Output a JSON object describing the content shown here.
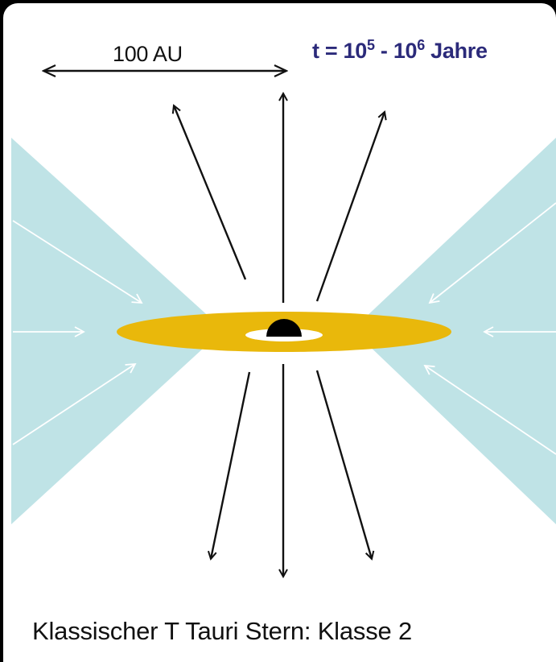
{
  "diagram": {
    "scale_bar_label": "100 AU",
    "time_label": {
      "prefix": "t = 10",
      "exp1": "5",
      "middle": " - 10",
      "exp2": "6",
      "suffix": " Jahre"
    },
    "caption": "Klassischer T Tauri Stern: Klasse 2",
    "colors": {
      "envelope": "#bfe3e6",
      "disk": "#e9b80b",
      "star": "#000000",
      "arrows": "#111111",
      "infall_arrows": "#ffffff",
      "time_label": "#2b2a7a"
    }
  }
}
